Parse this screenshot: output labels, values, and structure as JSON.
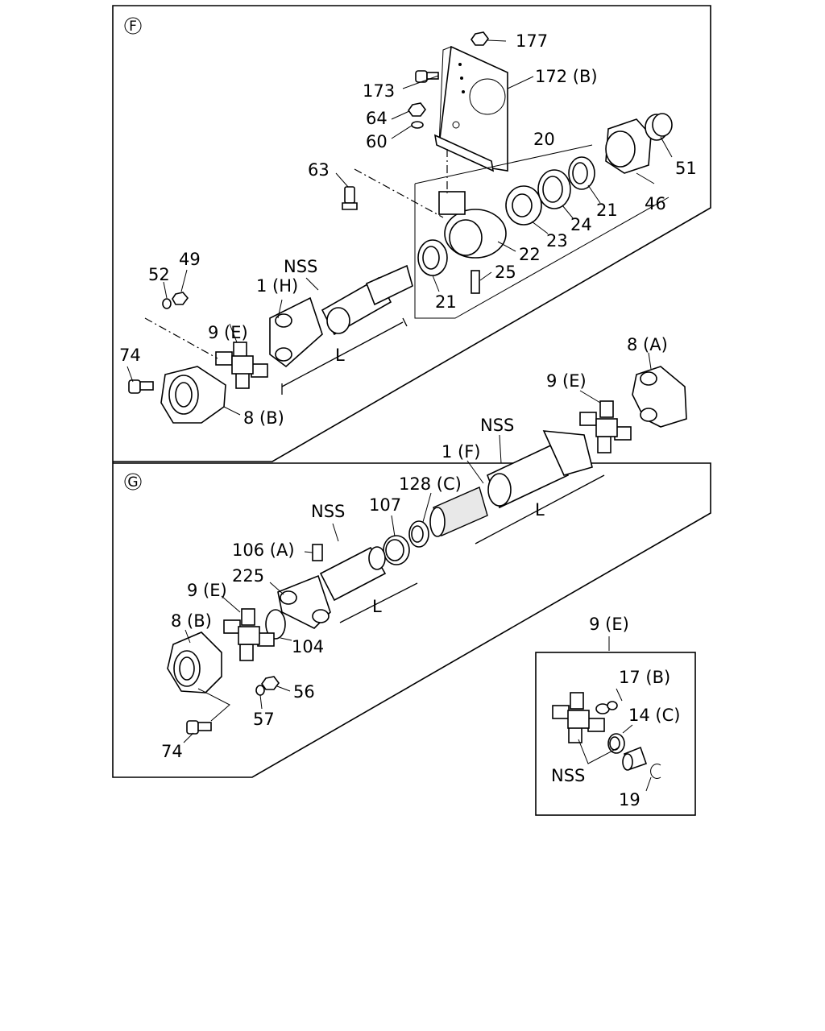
{
  "sections": {
    "upper": "F",
    "lower": "G"
  },
  "upper_labels": {
    "l177": "177",
    "l173": "173",
    "l172": "172 (B)",
    "l64": "64",
    "l60": "60",
    "l20": "20",
    "l63": "63",
    "l51": "51",
    "l46": "46",
    "l21a": "21",
    "l24": "24",
    "l23": "23",
    "l22": "22",
    "l25": "25",
    "l21b": "21",
    "l49": "49",
    "l52": "52",
    "lnss": "NSS",
    "l1h": "1 (H)",
    "l9e": "9 (E)",
    "l74": "74",
    "l8b": "8 (B)",
    "lL": "L"
  },
  "lower_labels": {
    "l8a": "8 (A)",
    "l9e": "9 (E)",
    "lnss1": "NSS",
    "l1f": "1 (F)",
    "l128c": "128 (C)",
    "l107": "107",
    "lnss2": "NSS",
    "lL1": "L",
    "l106a": "106 (A)",
    "l225": "225",
    "l9e2": "9 (E)",
    "l8b": "8 (B)",
    "l104": "104",
    "lL2": "L",
    "l56": "56",
    "l57": "57",
    "l74": "74"
  },
  "detail_labels": {
    "title": "9 (E)",
    "l17b": "17 (B)",
    "l14c": "14 (C)",
    "lnss": "NSS",
    "l19": "19"
  },
  "icons": {
    "upper_section": "circled-letter-f-icon",
    "lower_section": "circled-letter-g-icon"
  }
}
